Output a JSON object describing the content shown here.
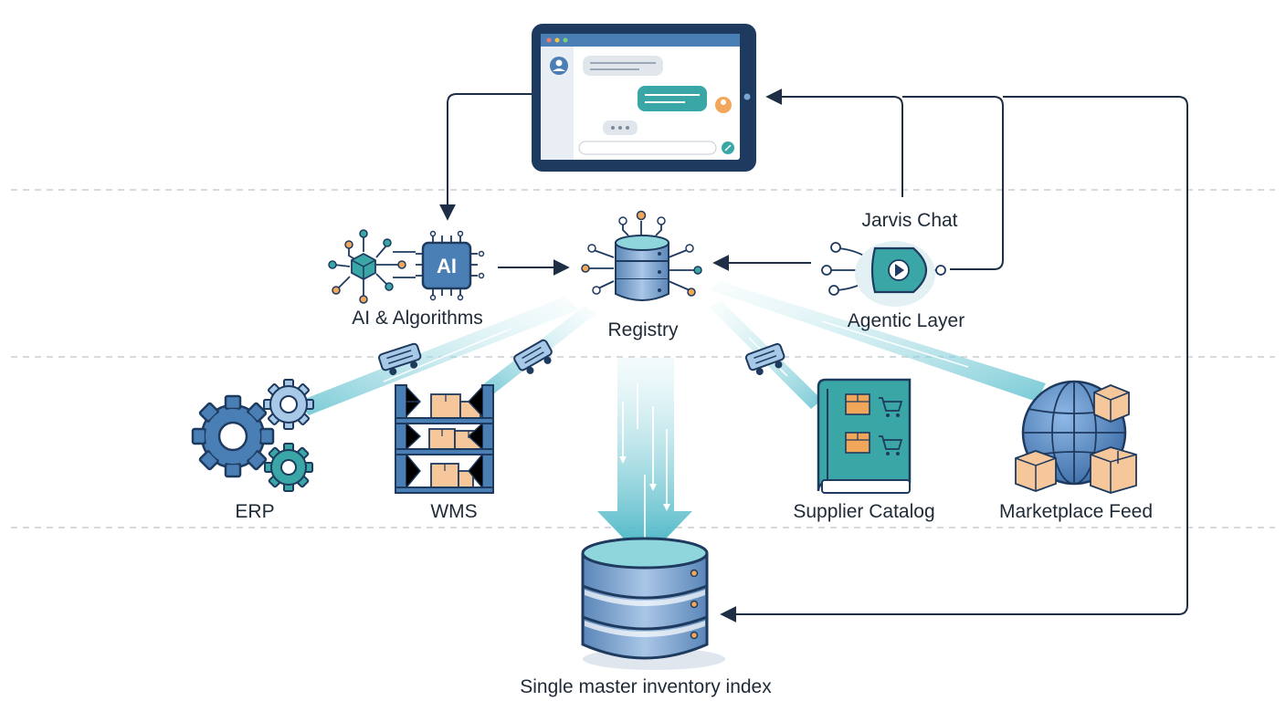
{
  "nodes": {
    "chat_interface": {
      "icon": "tablet-chat-icon"
    },
    "jarvis_chat": {
      "label": "Jarvis Chat"
    },
    "ai_algorithms": {
      "label": "AI & Algorithms",
      "badge": "AI",
      "icon": "ai-chip-icon"
    },
    "registry": {
      "label": "Registry",
      "icon": "database-icon"
    },
    "agentic_layer": {
      "label": "Agentic Layer",
      "icon": "agent-play-icon"
    },
    "erp": {
      "label": "ERP",
      "icon": "gears-icon"
    },
    "wms": {
      "label": "WMS",
      "icon": "warehouse-shelves-icon"
    },
    "supplier_catalog": {
      "label": "Supplier Catalog",
      "icon": "catalog-book-icon"
    },
    "marketplace_feed": {
      "label": "Marketplace Feed",
      "icon": "globe-boxes-icon"
    },
    "master_index": {
      "label": "Single master inventory index",
      "icon": "database-stack-icon"
    }
  },
  "colors": {
    "navy": "#1e3a5f",
    "steel_blue": "#4a7fb5",
    "light_blue": "#a8c8e8",
    "teal": "#3aa6a6",
    "cyan_beam": "#7fd0d8",
    "orange": "#f2a65a",
    "dashed_line": "#c9cdd2"
  }
}
